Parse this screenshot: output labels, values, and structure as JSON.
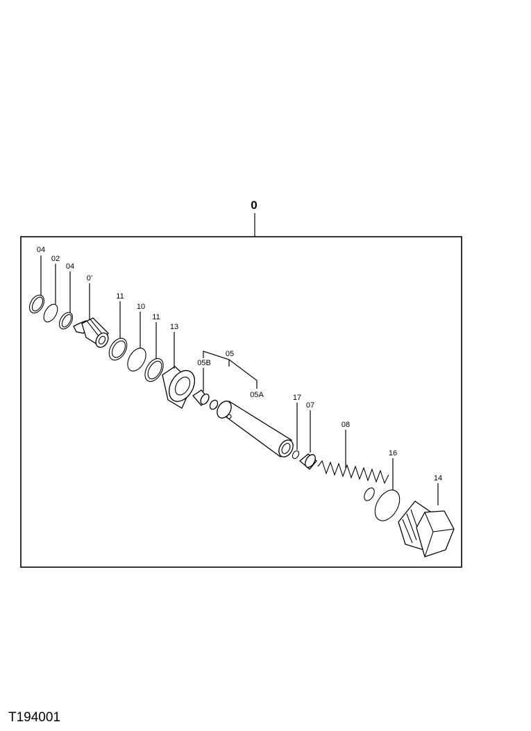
{
  "assembly_label": "0",
  "reference_code": "T194001",
  "callouts": {
    "c04a": "04",
    "c02": "02",
    "c04b": "04",
    "c01": "0’",
    "c11a": "11",
    "c10": "10",
    "c11b": "11",
    "c13": "13",
    "c05": "05",
    "c05b": "05B",
    "c05a": "05A",
    "c17": "17",
    "c07": "07",
    "c08": "08",
    "c16": "16",
    "c14": "14"
  }
}
